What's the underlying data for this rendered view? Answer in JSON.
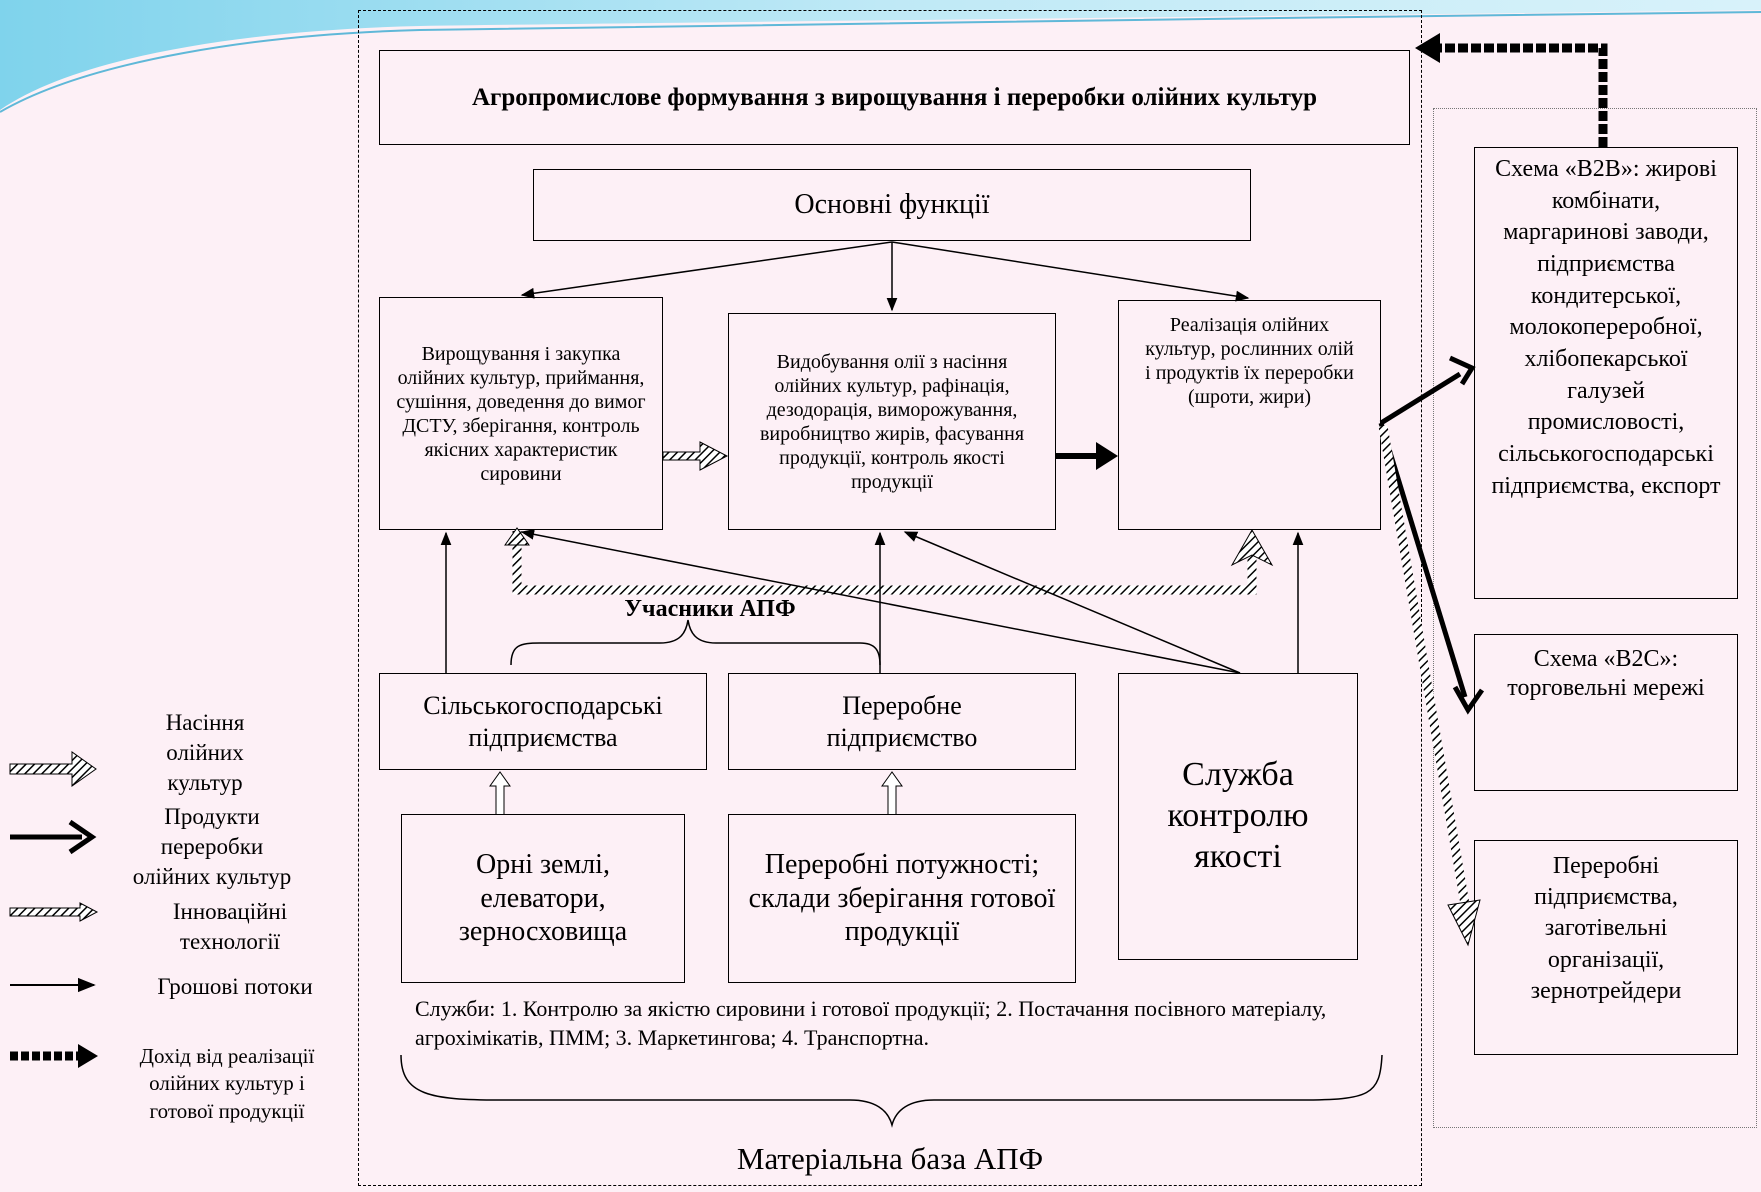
{
  "title": "Агропромислове формування з вирощування і переробки олійних культур",
  "functions_header": "Основні функції",
  "functions": [
    "Вирощування і закупка олійних культур, приймання, сушіння, доведення до вимог ДСТУ, зберігання, контроль якісних характеристик сировини",
    "Видобування олії з насіння олійних культур, рафінація, дезодорація, виморожування, виробництво жирів, фасування продукції, контроль якості продукції",
    "Реалізація олійних культур, рослинних олій і продуктів їх переробки (шроти, жири)"
  ],
  "participants_label": "Учасники АПФ",
  "participants": [
    "Сільськогосподарські підприємства",
    "Переробне підприємство"
  ],
  "quality_service": "Служба контролю якості",
  "assets": [
    "Орні землі, елеватори, зерносховища",
    "Переробні потужності; склади зберігання готової продукції"
  ],
  "services_note": "Служби: 1. Контролю за якістю сировини і готової продукції; 2. Постачання посівного матеріалу, агрохімікатів, ПММ; 3. Маркетингова; 4. Транспортна.",
  "material_base": "Матеріальна база АПФ",
  "outlets": [
    "Схема «В2В»: жирові комбінати, маргаринові заводи, підприємства кондитерської, молокопереробної, хлібопекарської галузей промисловості, сільськогосподарські підприємства, експорт",
    "Схема «В2С»: торговельні мережі",
    "Переробні підприємства, заготівельні організації, зернотрейдери"
  ],
  "legend": [
    {
      "label": "Насіння олійних культур",
      "style": "hatched-arrow"
    },
    {
      "label": "Продукти переробки олійних культур",
      "style": "thick-arrow"
    },
    {
      "label": "Інноваційні технології",
      "style": "dotted-arrow"
    },
    {
      "label": "Грошові потоки",
      "style": "thin-arrow"
    },
    {
      "label": "Дохід від реалізації олійних культур і готової продукції",
      "style": "dashed-thick-arrow"
    }
  ]
}
